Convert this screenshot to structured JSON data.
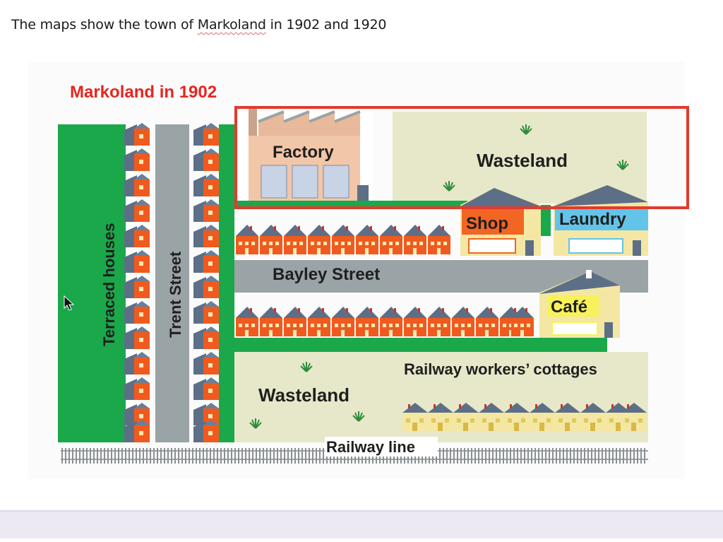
{
  "prompt": {
    "text_before": "The maps show the town of ",
    "underlined": "Markoland",
    "text_after": " in 1902 and 1920"
  },
  "map": {
    "title": "Markoland in 1902",
    "labels": {
      "terraced_houses": "Terraced houses",
      "trent_street": "Trent Street",
      "factory": "Factory",
      "wasteland_top": "Wasteland",
      "shop": "Shop",
      "laundry": "Laundry",
      "bayley_street": "Bayley Street",
      "cafe": "Café",
      "railway_cottages": "Railway workers’ cottages",
      "wasteland_bottom": "Wasteland",
      "railway_line": "Railway line"
    },
    "colors": {
      "green": "#1aa84a",
      "grey_road": "#9aa3a6",
      "house_orange": "#f05a1f",
      "house_roof": "#5d6f86",
      "wasteland": "#e7e8c9",
      "factory": "#f2c6a8",
      "shop_label": "#f26522",
      "laundry_label": "#62c4e8",
      "cafe_label": "#f7f25a",
      "highlight_box": "#e23a2e",
      "title_red": "#e5261f"
    }
  }
}
